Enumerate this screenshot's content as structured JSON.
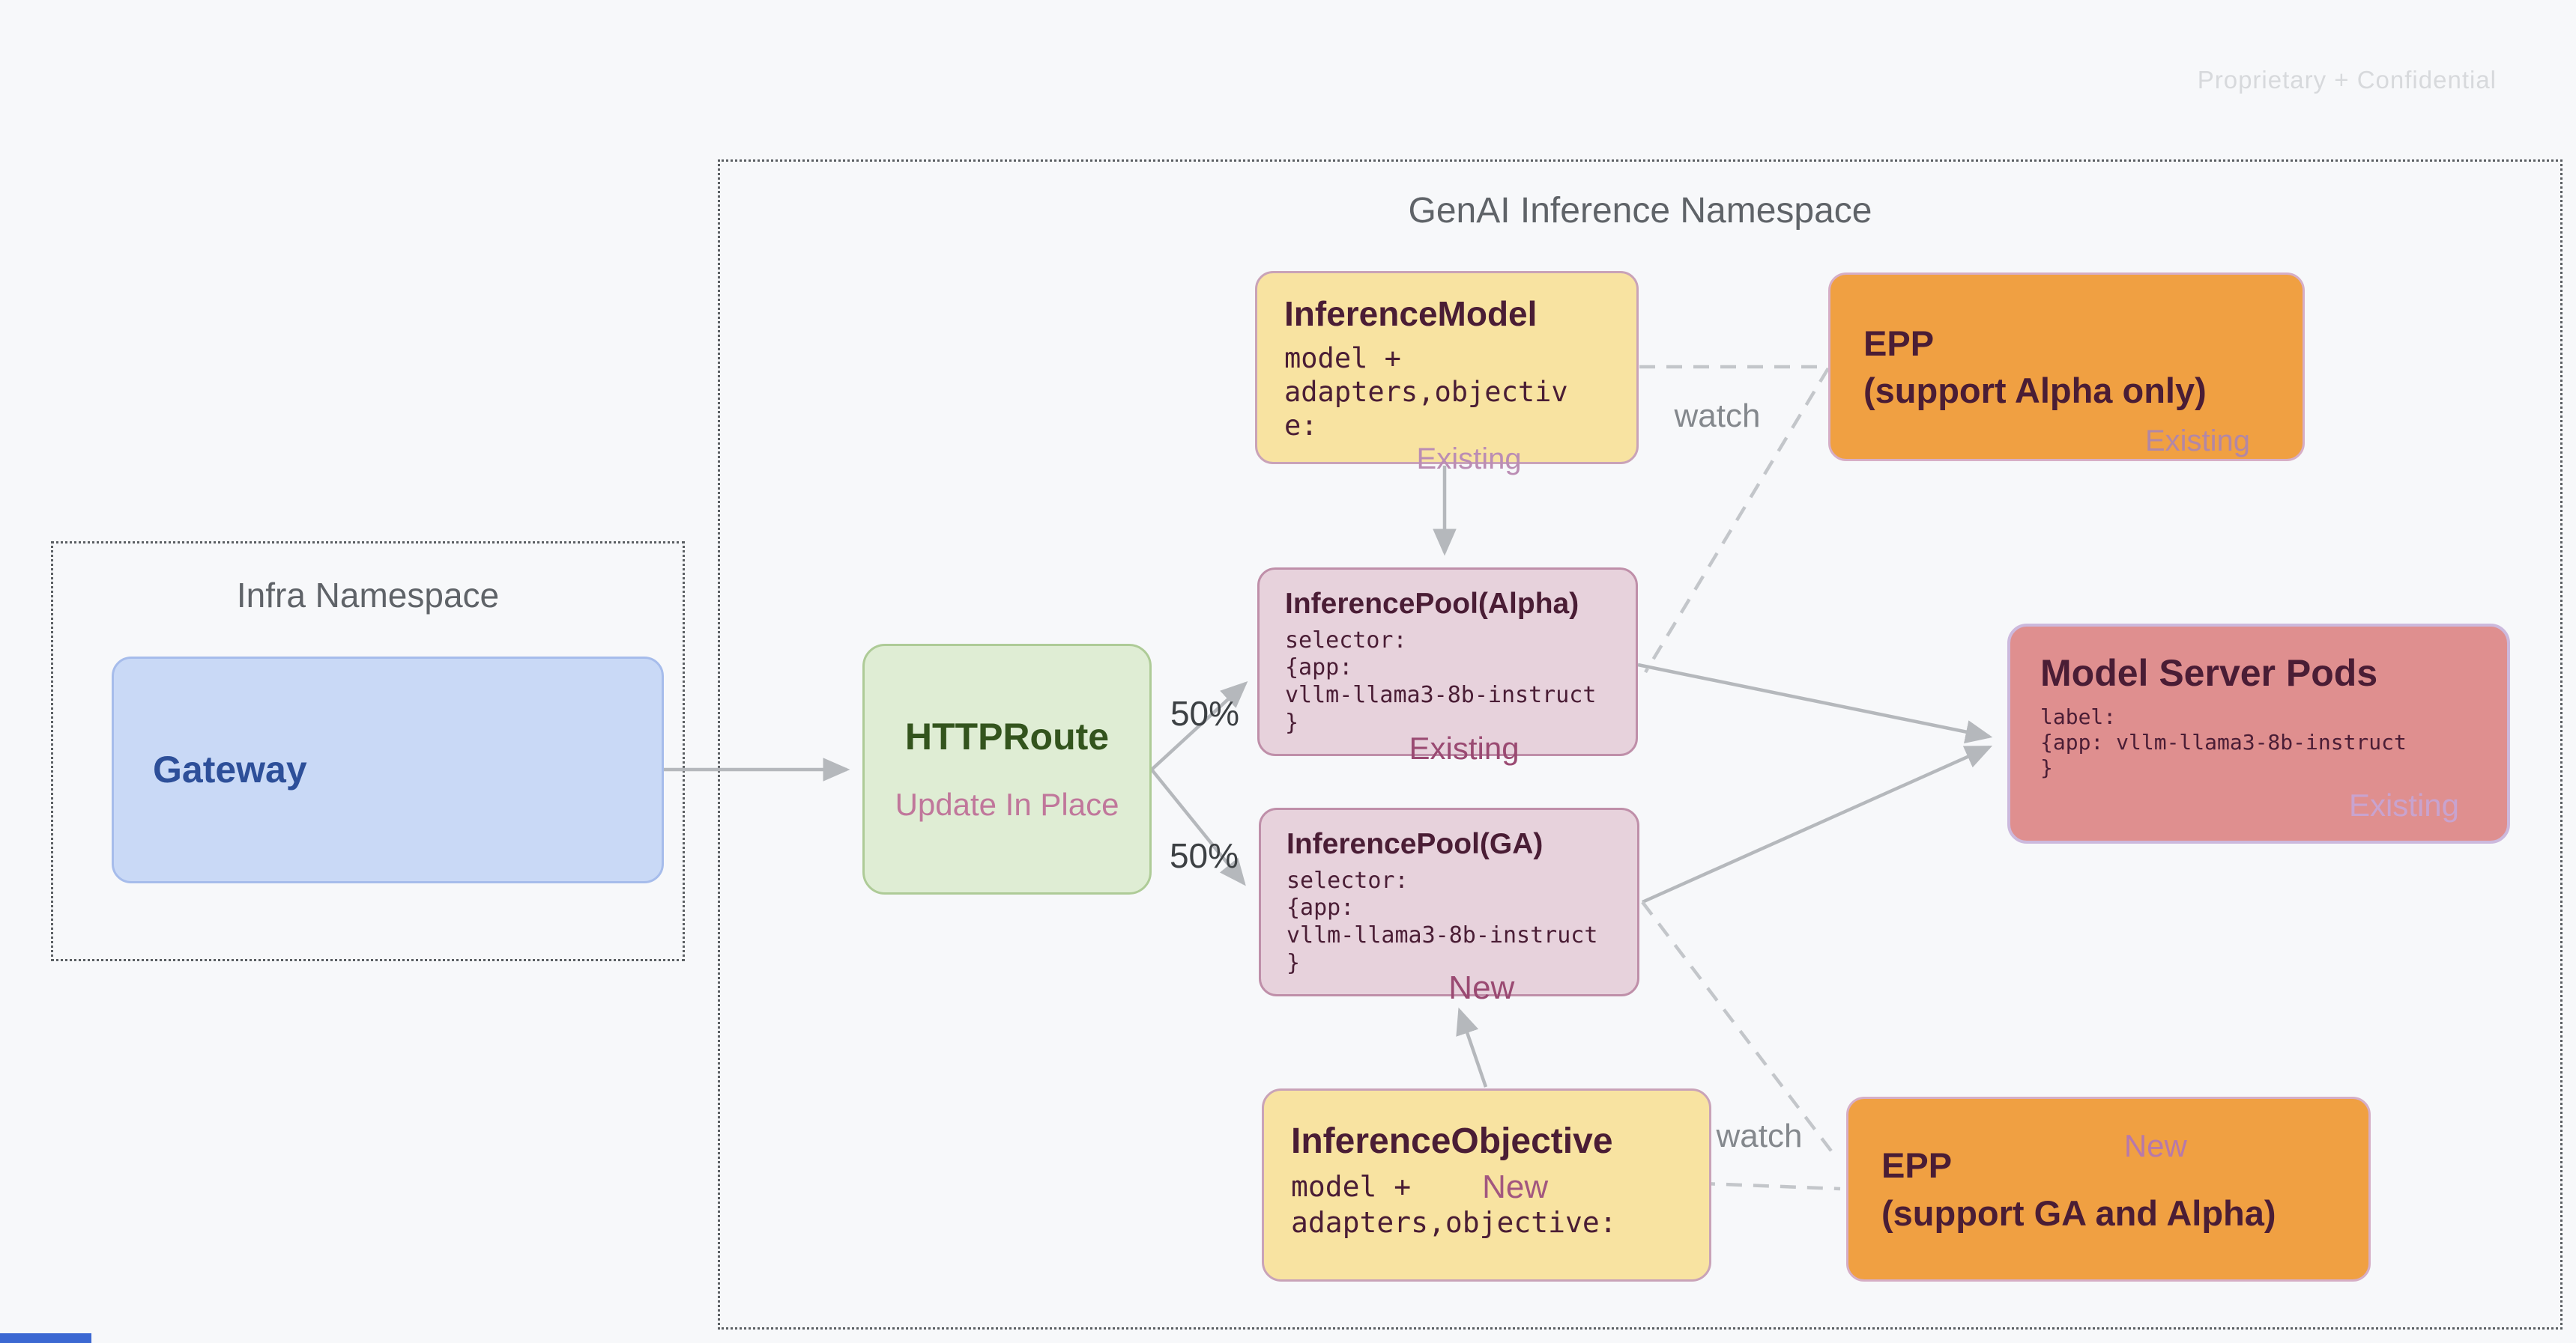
{
  "watermark": "Proprietary + Confidential",
  "namespaces": {
    "genai": {
      "title": "GenAI Inference Namespace"
    },
    "infra": {
      "title": "Infra Namespace"
    }
  },
  "nodes": {
    "gateway": {
      "title": "Gateway"
    },
    "httproute": {
      "title": "HTTPRoute",
      "subtitle": "Update In Place"
    },
    "inference_model": {
      "title": "InferenceModel",
      "body": "model +\nadapters,objectiv\ne:",
      "status": "Existing"
    },
    "epp_alpha": {
      "title": "EPP",
      "subtitle": "(support Alpha only)",
      "status": "Existing"
    },
    "pool_alpha": {
      "title": "InferencePool(Alpha)",
      "body": "selector:\n{app:\nvllm-llama3-8b-instruct\n}",
      "status": "Existing"
    },
    "pool_ga": {
      "title": "InferencePool(GA)",
      "body": "selector:\n{app:\nvllm-llama3-8b-instruct\n}",
      "status": "New"
    },
    "model_server_pods": {
      "title": "Model Server Pods",
      "body": "label:\n{app: vllm-llama3-8b-instruct\n}",
      "status": "Existing"
    },
    "inference_objective": {
      "title": "InferenceObjective",
      "body_line1": "model +",
      "body_line2": "adapters,objective:",
      "status": "New"
    },
    "epp_ga": {
      "title": "EPP",
      "subtitle": "(support GA and Alpha)",
      "status": "New"
    }
  },
  "edges": {
    "split_top": "50%",
    "split_bottom": "50%",
    "watch_top": "watch",
    "watch_bottom": "watch"
  },
  "colors": {
    "accent_yellow": "#f8e3a1",
    "accent_orange": "#f0a042",
    "accent_pink": "#e7d2dc",
    "accent_red": "#df8f8f",
    "accent_green": "#dfedd4",
    "accent_blue": "#c9d9f6",
    "status_dark_pink": "#9a4a72",
    "status_light_pink": "#bb8db4",
    "arrow_gray": "#b5b8bc",
    "namespace_text": "#5f6368"
  }
}
